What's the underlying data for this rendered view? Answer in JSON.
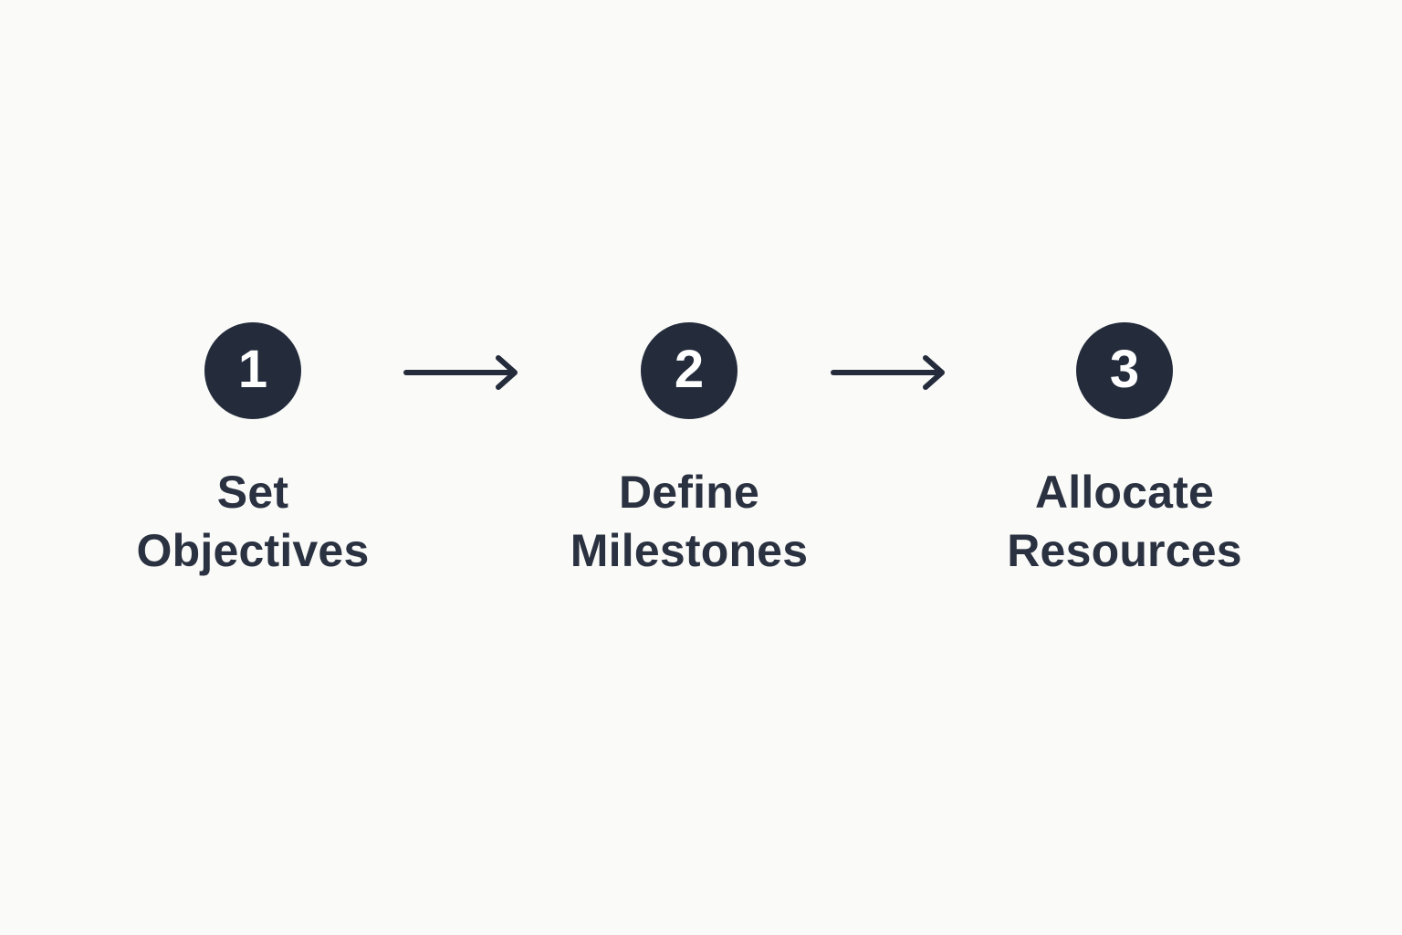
{
  "diagram": {
    "background_color": "#fafaf8",
    "accent_color": "#242c3c",
    "number_text_color": "#ffffff",
    "steps": [
      {
        "number": "1",
        "label": "Set Objectives",
        "label_line1": "Set",
        "label_line2": "Objectives"
      },
      {
        "number": "2",
        "label": "Define Milestones",
        "label_line1": "Define",
        "label_line2": "Milestones"
      },
      {
        "number": "3",
        "label": "Allocate Resources",
        "label_line1": "Allocate",
        "label_line2": "Resources"
      }
    ],
    "connectors": [
      {
        "type": "arrow-right",
        "from_step": "1",
        "to_step": "2"
      },
      {
        "type": "arrow-right",
        "from_step": "2",
        "to_step": "3"
      }
    ]
  }
}
